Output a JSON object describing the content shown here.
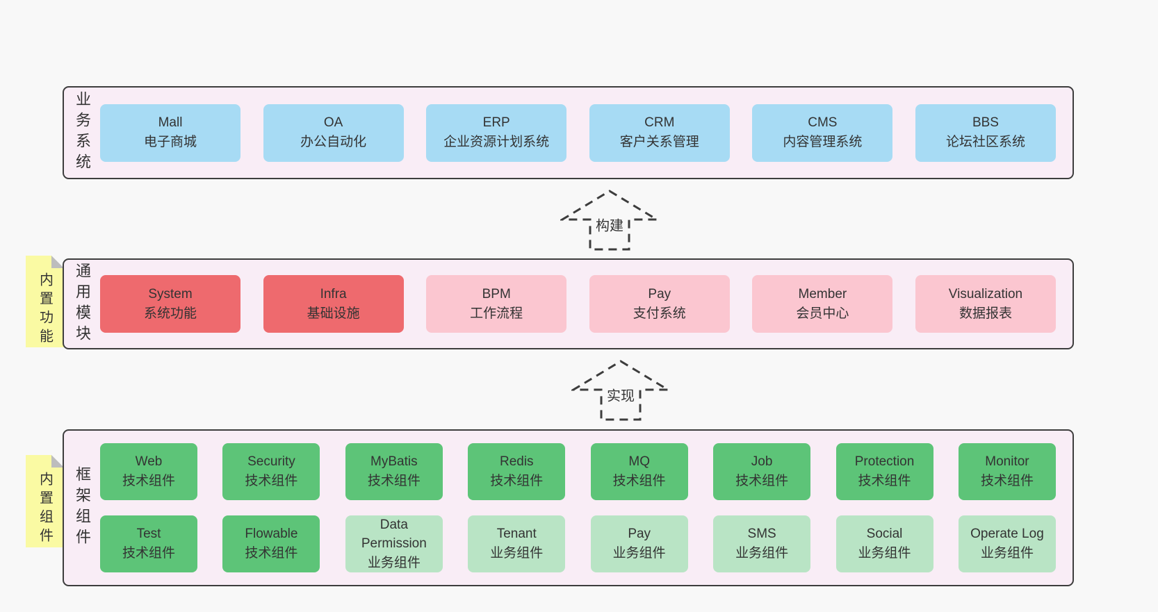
{
  "colors": {
    "page-bg": "#f8f8f8",
    "container-bg": "#f9edf6",
    "container-border": "#3d3d3d",
    "node-blue": "#a7dbf4",
    "node-red": "#ee6a6e",
    "node-pink": "#fbc6d0",
    "node-green": "#5dc478",
    "node-lightgreen": "#b9e4c5",
    "note-yellow": "#fafaa3",
    "text": "#333333"
  },
  "layers": [
    {
      "label": "业务系统",
      "boxes": [
        {
          "name": "Mall",
          "desc": "电子商城",
          "type": "blue"
        },
        {
          "name": "OA",
          "desc": "办公自动化",
          "type": "blue"
        },
        {
          "name": "ERP",
          "desc": "企业资源计划系统",
          "type": "blue"
        },
        {
          "name": "CRM",
          "desc": "客户关系管理",
          "type": "blue"
        },
        {
          "name": "CMS",
          "desc": "内容管理系统",
          "type": "blue"
        },
        {
          "name": "BBS",
          "desc": "论坛社区系统",
          "type": "blue"
        }
      ]
    },
    {
      "label": "通用模块",
      "note": "内置功能",
      "boxes": [
        {
          "name": "System",
          "desc": "系统功能",
          "type": "red"
        },
        {
          "name": "Infra",
          "desc": "基础设施",
          "type": "red"
        },
        {
          "name": "BPM",
          "desc": "工作流程",
          "type": "pink"
        },
        {
          "name": "Pay",
          "desc": "支付系统",
          "type": "pink"
        },
        {
          "name": "Member",
          "desc": "会员中心",
          "type": "pink"
        },
        {
          "name": "Visualization",
          "desc": "数据报表",
          "type": "pink"
        }
      ]
    },
    {
      "label": "框架组件",
      "note": "内置组件",
      "rows": [
        [
          {
            "name": "Web",
            "desc": "技术组件",
            "type": "green"
          },
          {
            "name": "Security",
            "desc": "技术组件",
            "type": "green"
          },
          {
            "name": "MyBatis",
            "desc": "技术组件",
            "type": "green"
          },
          {
            "name": "Redis",
            "desc": "技术组件",
            "type": "green"
          },
          {
            "name": "MQ",
            "desc": "技术组件",
            "type": "green"
          },
          {
            "name": "Job",
            "desc": "技术组件",
            "type": "green"
          },
          {
            "name": "Protection",
            "desc": "技术组件",
            "type": "green"
          },
          {
            "name": "Monitor",
            "desc": "技术组件",
            "type": "green"
          }
        ],
        [
          {
            "name": "Test",
            "desc": "技术组件",
            "type": "green"
          },
          {
            "name": "Flowable",
            "desc": "技术组件",
            "type": "green"
          },
          {
            "name": "Data Permission",
            "desc": "业务组件",
            "type": "lightgreen"
          },
          {
            "name": "Tenant",
            "desc": "业务组件",
            "type": "lightgreen"
          },
          {
            "name": "Pay",
            "desc": "业务组件",
            "type": "lightgreen"
          },
          {
            "name": "SMS",
            "desc": "业务组件",
            "type": "lightgreen"
          },
          {
            "name": "Social",
            "desc": "业务组件",
            "type": "lightgreen"
          },
          {
            "name": "Operate Log",
            "desc": "业务组件",
            "type": "lightgreen"
          }
        ]
      ]
    }
  ],
  "arrows": [
    {
      "label": "构建"
    },
    {
      "label": "实现"
    }
  ]
}
